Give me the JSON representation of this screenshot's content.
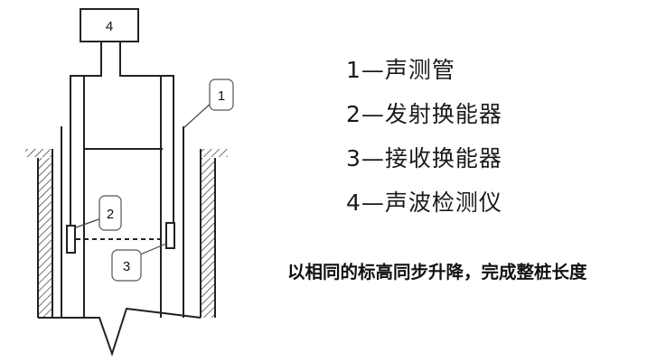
{
  "diagram": {
    "instrument_label": "4",
    "callouts": {
      "tube": "1",
      "transmitter": "2",
      "receiver": "3"
    }
  },
  "legend": [
    {
      "number": "1",
      "text": "1—声测管"
    },
    {
      "number": "2",
      "text": "2—发射换能器"
    },
    {
      "number": "3",
      "text": "3—接收换能器"
    },
    {
      "number": "4",
      "text": "4—声波检测仪"
    }
  ],
  "caption": "以相同的标高同步升降，完成整桩长度"
}
